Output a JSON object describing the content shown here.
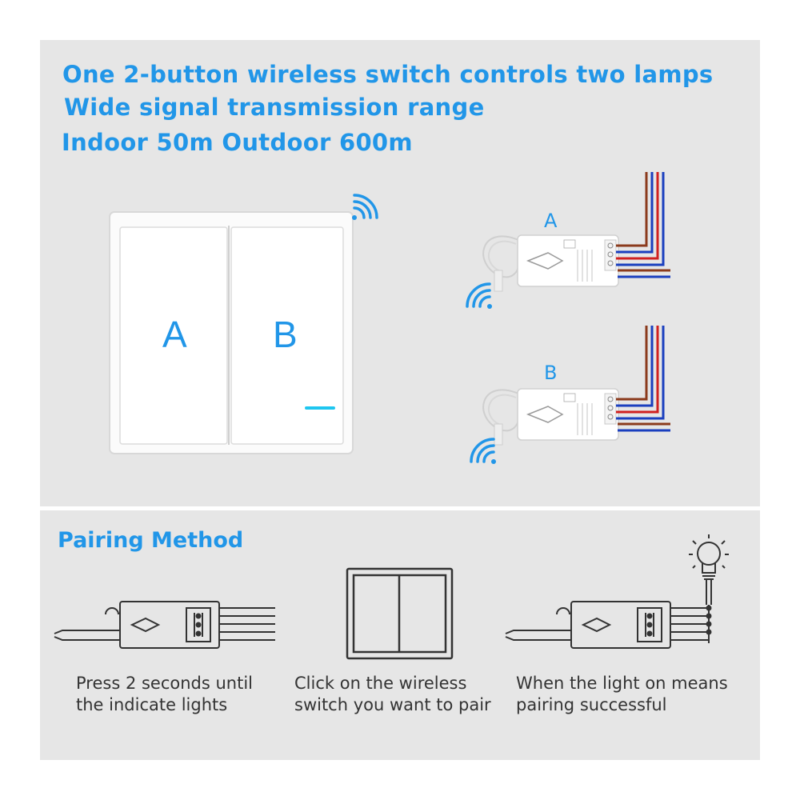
{
  "headline": {
    "line1": "One 2-button wireless switch controls two lamps",
    "line2": "Wide signal transmission range",
    "line3": "Indoor 50m  Outdoor 600m"
  },
  "switch": {
    "key_a": "A",
    "key_b": "B"
  },
  "receivers": {
    "a_label": "A",
    "b_label": "B"
  },
  "pairing": {
    "title": "Pairing Method",
    "steps": [
      {
        "line1": "Press 2 seconds until",
        "line2": "the indicate lights"
      },
      {
        "line1": "Click on the wireless",
        "line2": "switch you want to pair"
      },
      {
        "line1": "When the light on means",
        "line2": "pairing successful"
      }
    ]
  },
  "colors": {
    "accent": "#2196e8",
    "panel": "#e6e6e6",
    "indicator": "#1ec6f0",
    "wire_brown": "#8b3a1c",
    "wire_blue": "#1a3fbf",
    "wire_red": "#d02020"
  },
  "icons": [
    "wifi-signal-icon",
    "light-bulb-icon",
    "receiver-module-icon",
    "wall-switch-icon"
  ]
}
